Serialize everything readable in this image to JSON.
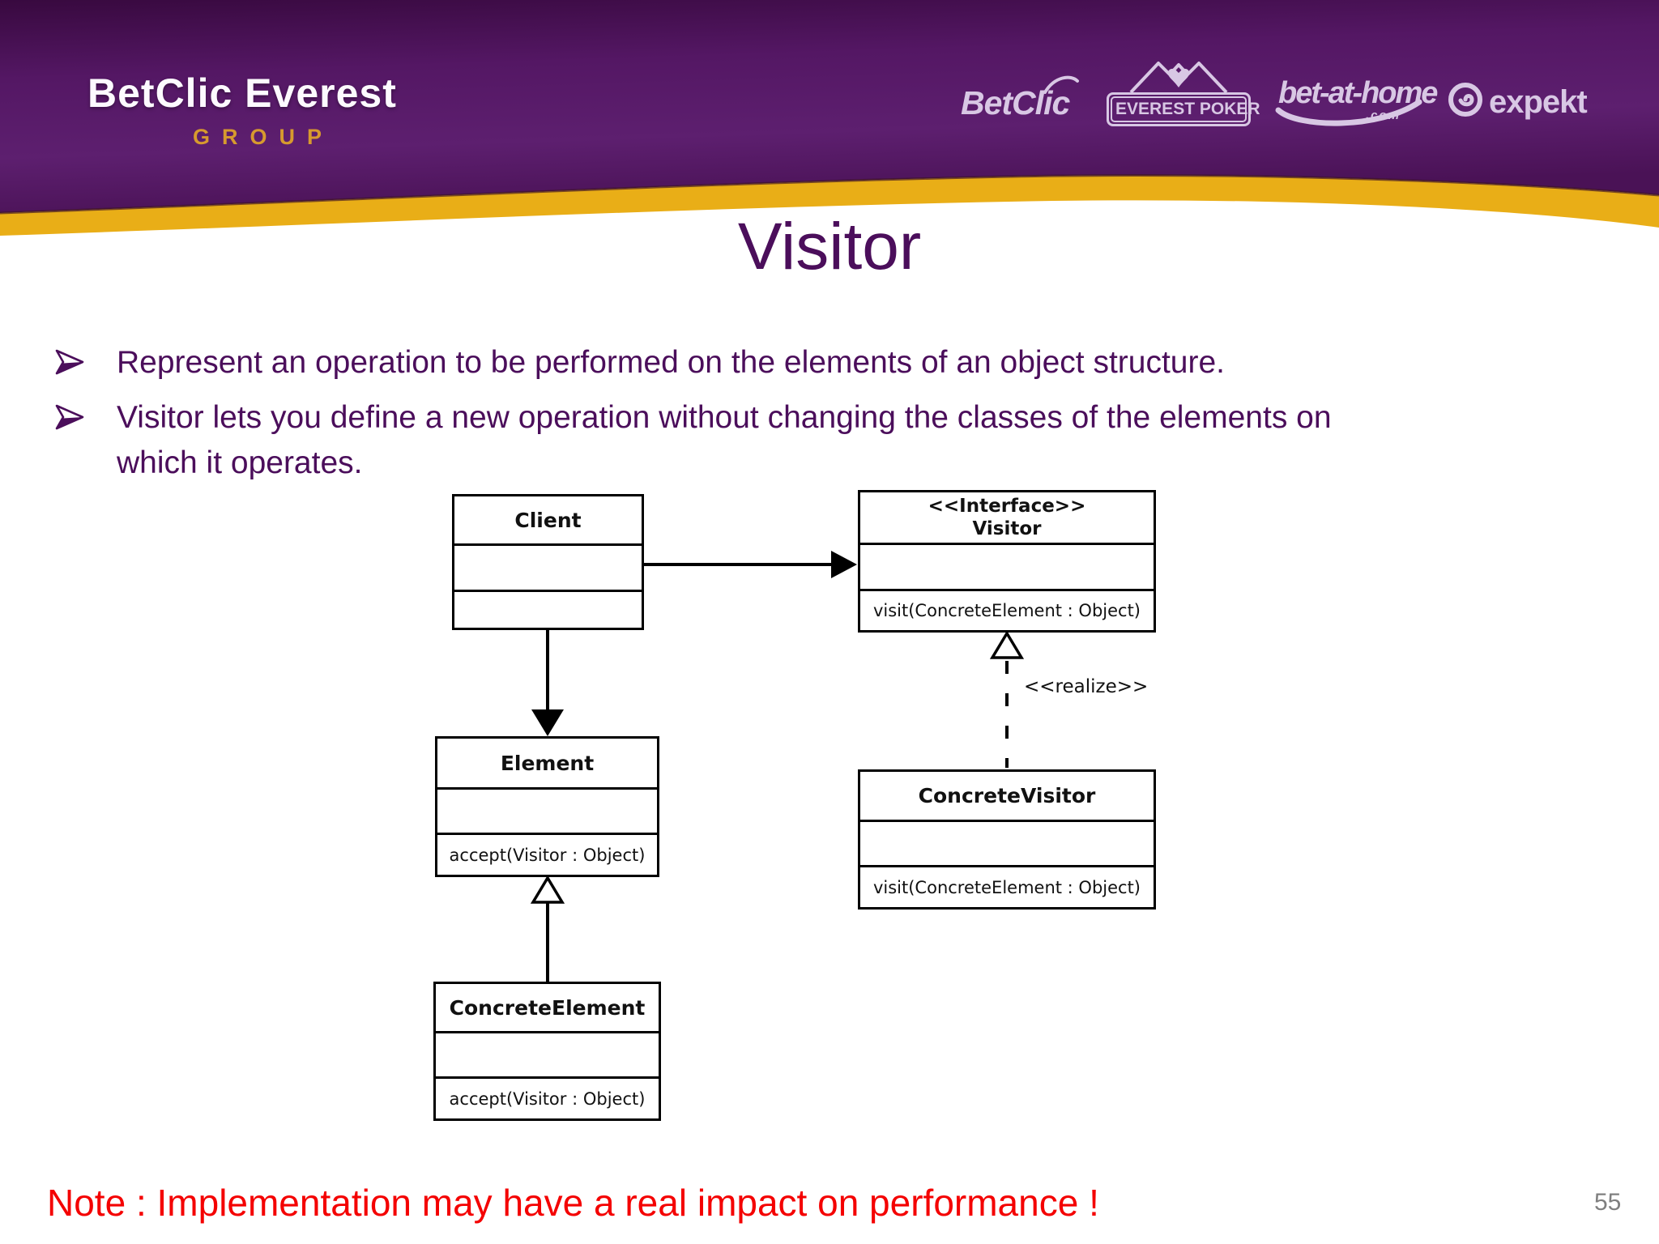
{
  "header": {
    "brand": {
      "title": "BetClic Everest",
      "subtitle": "GROUP"
    },
    "logos": {
      "betclic": "BetClic",
      "everest_poker": "EVEREST POKER",
      "bet_at_home": "bet-at-home",
      "bet_at_home_suffix": ".com",
      "expekt": "expekt"
    }
  },
  "slide": {
    "title": "Visitor",
    "bullets": [
      "Represent an operation to be performed on the elements of an object structure.",
      "Visitor lets you define a new operation without changing the classes of the elements on\nwhich it operates."
    ],
    "note": "Note : Implementation may have a real impact on performance !",
    "page_number": "55"
  },
  "diagram": {
    "client": {
      "name": "Client"
    },
    "visitor": {
      "stereotype": "<<Interface>>",
      "name": "Visitor",
      "method": "visit(ConcreteElement : Object)"
    },
    "concrete_visitor": {
      "name": "ConcreteVisitor",
      "method": "visit(ConcreteElement : Object)"
    },
    "element": {
      "name": "Element",
      "method": "accept(Visitor : Object)"
    },
    "concrete_element": {
      "name": "ConcreteElement",
      "method": "accept(Visitor : Object)"
    },
    "realize_label": "<<realize>>"
  },
  "colors": {
    "header_purple": "#571a68",
    "header_purple_dark": "#38093f",
    "gold_swoosh": "#e9ae17",
    "accent_purple_text": "#4b0e5b",
    "logo_lavender": "#d8c7e4",
    "note_red": "#f40000",
    "page_number_gray": "#7f7f7f",
    "diagram_line": "#000000"
  }
}
